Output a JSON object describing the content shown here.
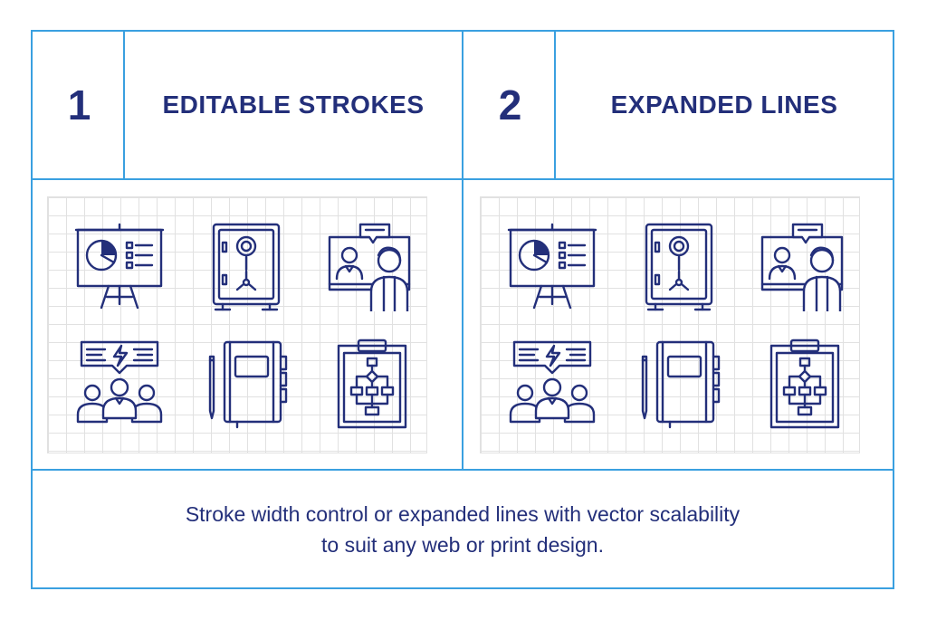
{
  "colors": {
    "border": "#3aa0e0",
    "ink": "#232f7a",
    "grid": "#e1e1e1"
  },
  "panels": [
    {
      "number": "1",
      "title": "EDITABLE STROKES"
    },
    {
      "number": "2",
      "title": "EXPANDED LINES"
    }
  ],
  "icons": [
    "presentation-board-pie-chart-icon",
    "safe-vault-icon",
    "video-call-icon",
    "team-discussion-icon",
    "notebook-pen-icon",
    "clipboard-flowchart-icon"
  ],
  "caption": {
    "line1": "Stroke width control or expanded lines with vector scalability",
    "line2": "to suit any web or print design."
  }
}
